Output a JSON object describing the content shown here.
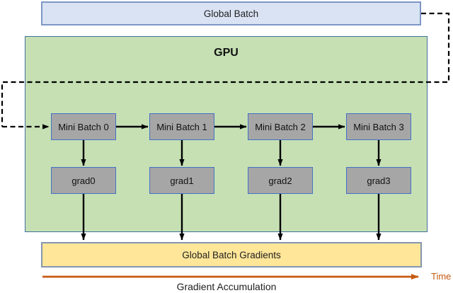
{
  "diagram": {
    "caption": "Gradient Accumulation",
    "global_batch": {
      "label": "Global Batch"
    },
    "gpu": {
      "label": "GPU",
      "mini_batches": [
        "Mini Batch 0",
        "Mini Batch 1",
        "Mini Batch 2",
        "Mini Batch 3"
      ],
      "grads": [
        "grad0",
        "grad1",
        "grad2",
        "grad3"
      ]
    },
    "output": {
      "label": "Global Batch Gradients"
    },
    "time_axis": {
      "label": "Time"
    }
  },
  "colors": {
    "global_batch_fill": "#dae3f3",
    "global_batch_border": "#7d96c5",
    "gpu_fill": "#c6e0b4",
    "gpu_border": "#41719c",
    "node_fill": "#a6a6a6",
    "node_border": "#4472c4",
    "output_fill": "#ffe699",
    "output_border": "#8496b0",
    "time_accent": "#c55a11",
    "arrow": "#000000"
  }
}
